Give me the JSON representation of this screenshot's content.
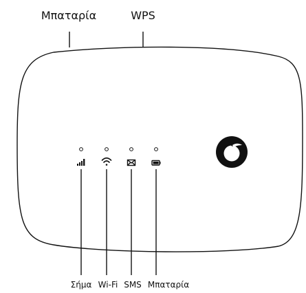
{
  "top_labels": {
    "battery_button": "Μπαταρία",
    "wps_button": "WPS"
  },
  "bottom_labels": {
    "signal": "Σήμα",
    "wifi": "Wi-Fi",
    "sms": "SMS",
    "battery": "Μπαταρία"
  },
  "indicators": [
    {
      "name": "signal",
      "icon": "signal-bars-icon"
    },
    {
      "name": "wifi",
      "icon": "wifi-icon"
    },
    {
      "name": "sms",
      "icon": "envelope-icon"
    },
    {
      "name": "battery",
      "icon": "battery-icon"
    }
  ],
  "logo": {
    "icon": "vodafone-speechmark-logo"
  },
  "colors": {
    "outline": "#111111",
    "background": "#ffffff"
  }
}
